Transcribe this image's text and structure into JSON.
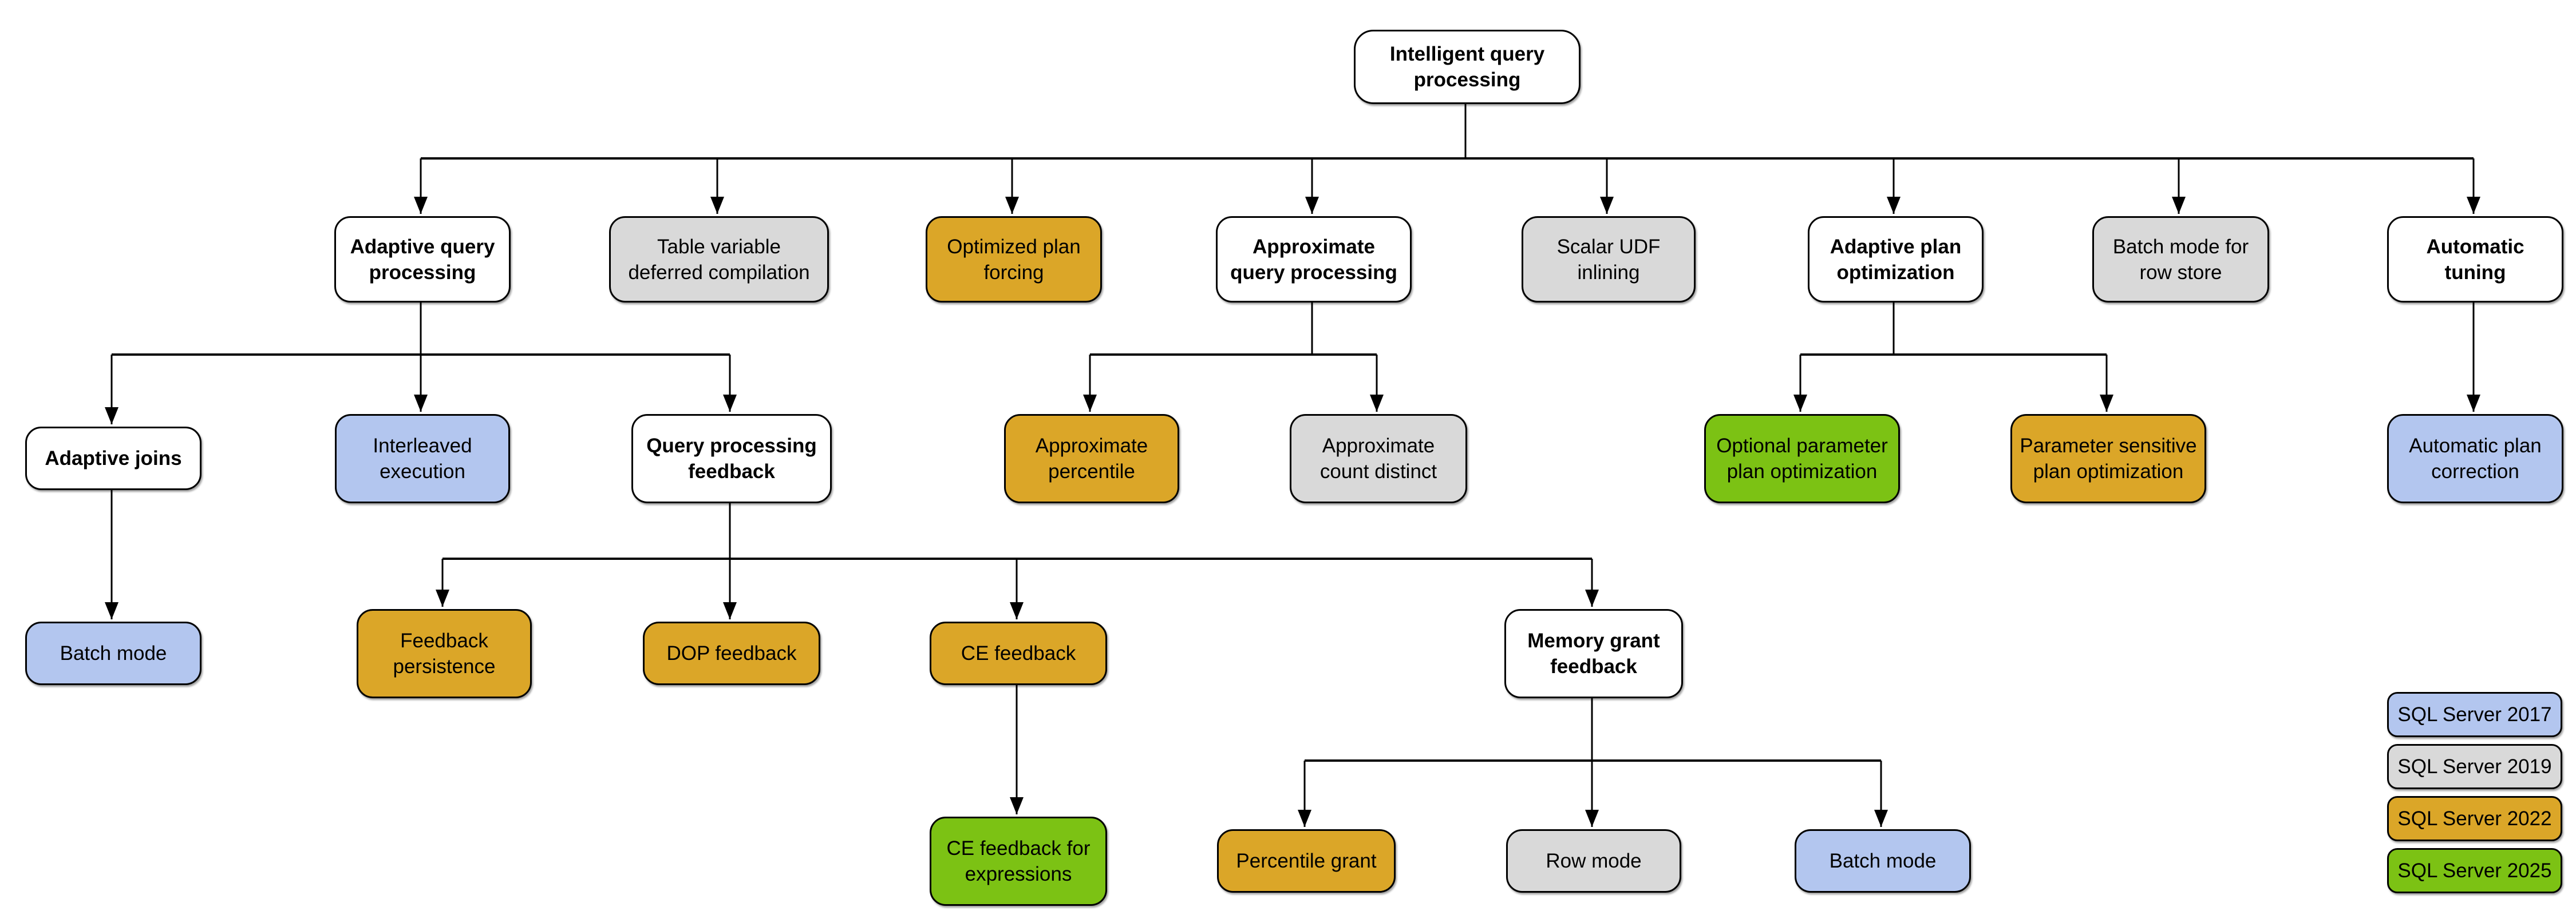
{
  "diagram_title": "Intelligent query processing",
  "version_colors": {
    "category": "#ffffff",
    "2017": "#b3c6ef",
    "2019": "#d9d9d9",
    "2022": "#dba628",
    "2025": "#7cc214"
  },
  "nodes": [
    {
      "label": "Intelligent query\nprocessing",
      "version": "category"
    },
    {
      "label": "Adaptive query\nprocessing",
      "version": "category"
    },
    {
      "label": "Table variable\ndeferred compilation",
      "version": "2019"
    },
    {
      "label": "Optimized plan\nforcing",
      "version": "2022"
    },
    {
      "label": "Approximate\nquery processing",
      "version": "category"
    },
    {
      "label": "Scalar UDF\ninlining",
      "version": "2019"
    },
    {
      "label": "Adaptive plan\noptimization",
      "version": "category"
    },
    {
      "label": "Batch mode for\nrow store",
      "version": "2019"
    },
    {
      "label": "Automatic\ntuning",
      "version": "category"
    },
    {
      "label": "Adaptive joins",
      "version": "category"
    },
    {
      "label": "Interleaved\nexecution",
      "version": "2017"
    },
    {
      "label": "Query processing\nfeedback",
      "version": "category"
    },
    {
      "label": "Approximate\npercentile",
      "version": "2022"
    },
    {
      "label": "Approximate\ncount distinct",
      "version": "2019"
    },
    {
      "label": "Optional parameter\nplan optimization",
      "version": "2025"
    },
    {
      "label": "Parameter sensitive\nplan optimization",
      "version": "2022"
    },
    {
      "label": "Automatic plan\ncorrection",
      "version": "2017"
    },
    {
      "label": "Batch mode",
      "version": "2017"
    },
    {
      "label": "Feedback\npersistence",
      "version": "2022"
    },
    {
      "label": "DOP feedback",
      "version": "2022"
    },
    {
      "label": "CE feedback",
      "version": "2022"
    },
    {
      "label": "Memory grant\nfeedback",
      "version": "category"
    },
    {
      "label": "CE feedback for\nexpressions",
      "version": "2025"
    },
    {
      "label": "Percentile grant",
      "version": "2022"
    },
    {
      "label": "Row mode",
      "version": "2019"
    },
    {
      "label": "Batch mode",
      "version": "2017"
    }
  ],
  "legend": [
    {
      "label": "SQL Server 2017",
      "version": "2017"
    },
    {
      "label": "SQL Server 2019",
      "version": "2019"
    },
    {
      "label": "SQL Server 2022",
      "version": "2022"
    },
    {
      "label": "SQL Server 2025",
      "version": "2025"
    }
  ]
}
